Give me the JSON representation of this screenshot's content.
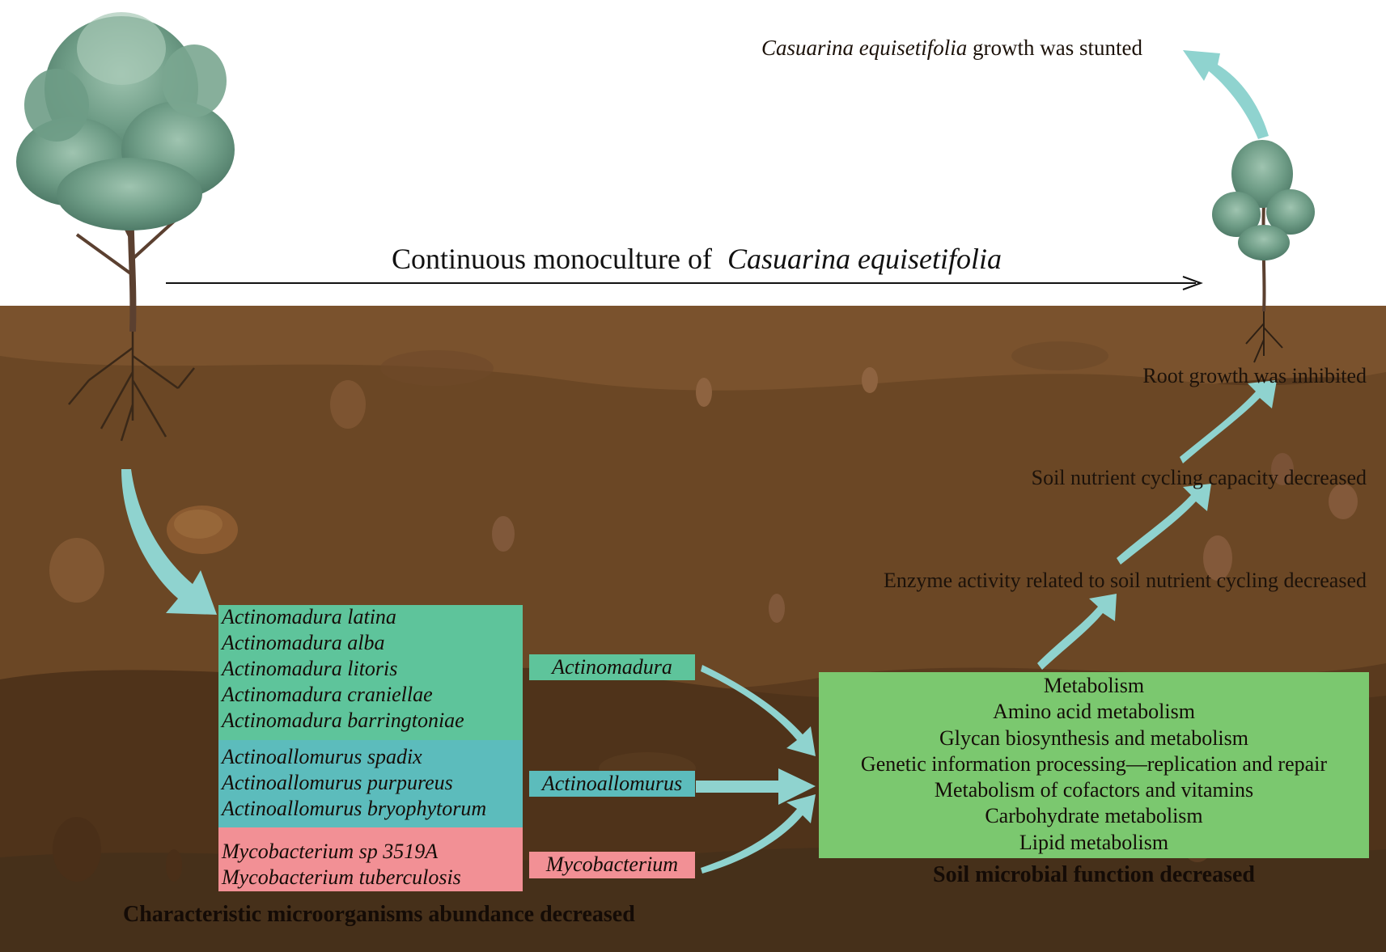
{
  "top_caption": {
    "species": "Casuarina equisetifolia",
    "text": "growth was stunted"
  },
  "timeline": {
    "prefix": "Continuous monoculture of",
    "species": "Casuarina equisetifolia"
  },
  "chain": {
    "root": "Root growth was inhibited",
    "nutrient": "Soil nutrient cycling capacity decreased",
    "enzyme": "Enzyme activity related to soil nutrient cycling decreased"
  },
  "groups": [
    {
      "genus": "Actinomadura",
      "color": "#5ec49b",
      "species": [
        "Actinomadura latina",
        "Actinomadura alba",
        "Actinomadura litoris",
        "Actinomadura craniellae",
        "Actinomadura barringtoniae"
      ]
    },
    {
      "genus": "Actinoallomurus",
      "color": "#5cbcbc",
      "species": [
        "Actinoallomurus spadix",
        "Actinoallomurus purpureus",
        "Actinoallomurus bryophytorum"
      ]
    },
    {
      "genus": "Mycobacterium",
      "color": "#f29095",
      "species": [
        "Mycobacterium sp 3519A",
        "Mycobacterium tuberculosis"
      ]
    }
  ],
  "functions": {
    "color": "#7bc86f",
    "items": [
      "Metabolism",
      "Amino acid metabolism",
      "Glycan biosynthesis and metabolism",
      "Genetic information processing—replication and repair",
      "Metabolism of cofactors and vitamins",
      "Carbohydrate metabolism",
      "Lipid metabolism"
    ]
  },
  "captions": {
    "microbes": "Characteristic microorganisms abundance decreased",
    "function": "Soil microbial function decreased"
  },
  "colors": {
    "arrow": "#8fd3cf",
    "soil_light": "#77502c",
    "soil_mid": "#62401f",
    "soil_dark": "#4c3118"
  },
  "icons": [
    "large-tree-icon",
    "small-tree-icon",
    "curved-arrow-icon",
    "timeline-arrow-icon"
  ]
}
